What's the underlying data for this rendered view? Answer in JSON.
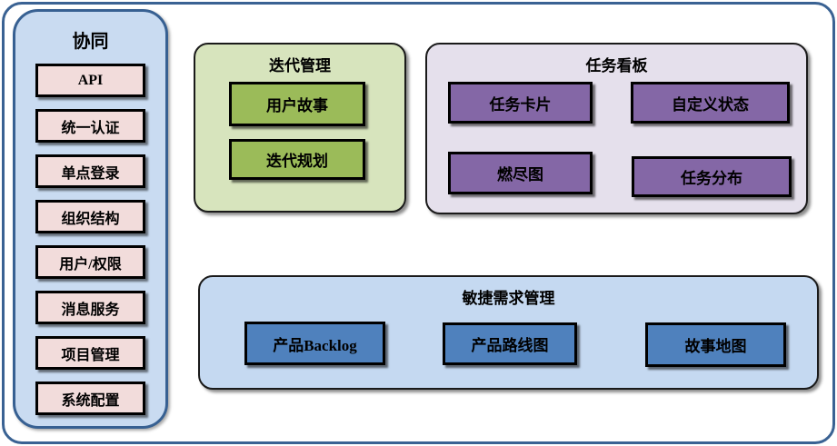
{
  "diagram": {
    "sidebar": {
      "title": "协同",
      "items": [
        "API",
        "统一认证",
        "单点登录",
        "组织结构",
        "用户/权限",
        "消息服务",
        "项目管理",
        "系统配置"
      ]
    },
    "groups": {
      "iteration": {
        "title": "迭代管理",
        "items": [
          "用户故事",
          "迭代规划"
        ]
      },
      "kanban": {
        "title": "任务看板",
        "items": [
          "任务卡片",
          "自定义状态",
          "燃尽图",
          "任务分布"
        ]
      },
      "requirements": {
        "title": "敏捷需求管理",
        "items": [
          "产品Backlog",
          "产品路线图",
          "故事地图"
        ]
      }
    }
  },
  "colors": {
    "outer-border": "#3a6293",
    "sidebar-fill": "#c9dbf1",
    "sidebar-border": "#376092",
    "pink-fill": "#f2dcdb",
    "green-container": "#d7e4bd",
    "green-item": "#9bbb59",
    "purple-container": "#e5e0ec",
    "purple-item": "#8467a6",
    "blue-container": "#c5d9f1",
    "blue-item": "#4f81bd",
    "box-border": "#000000"
  }
}
